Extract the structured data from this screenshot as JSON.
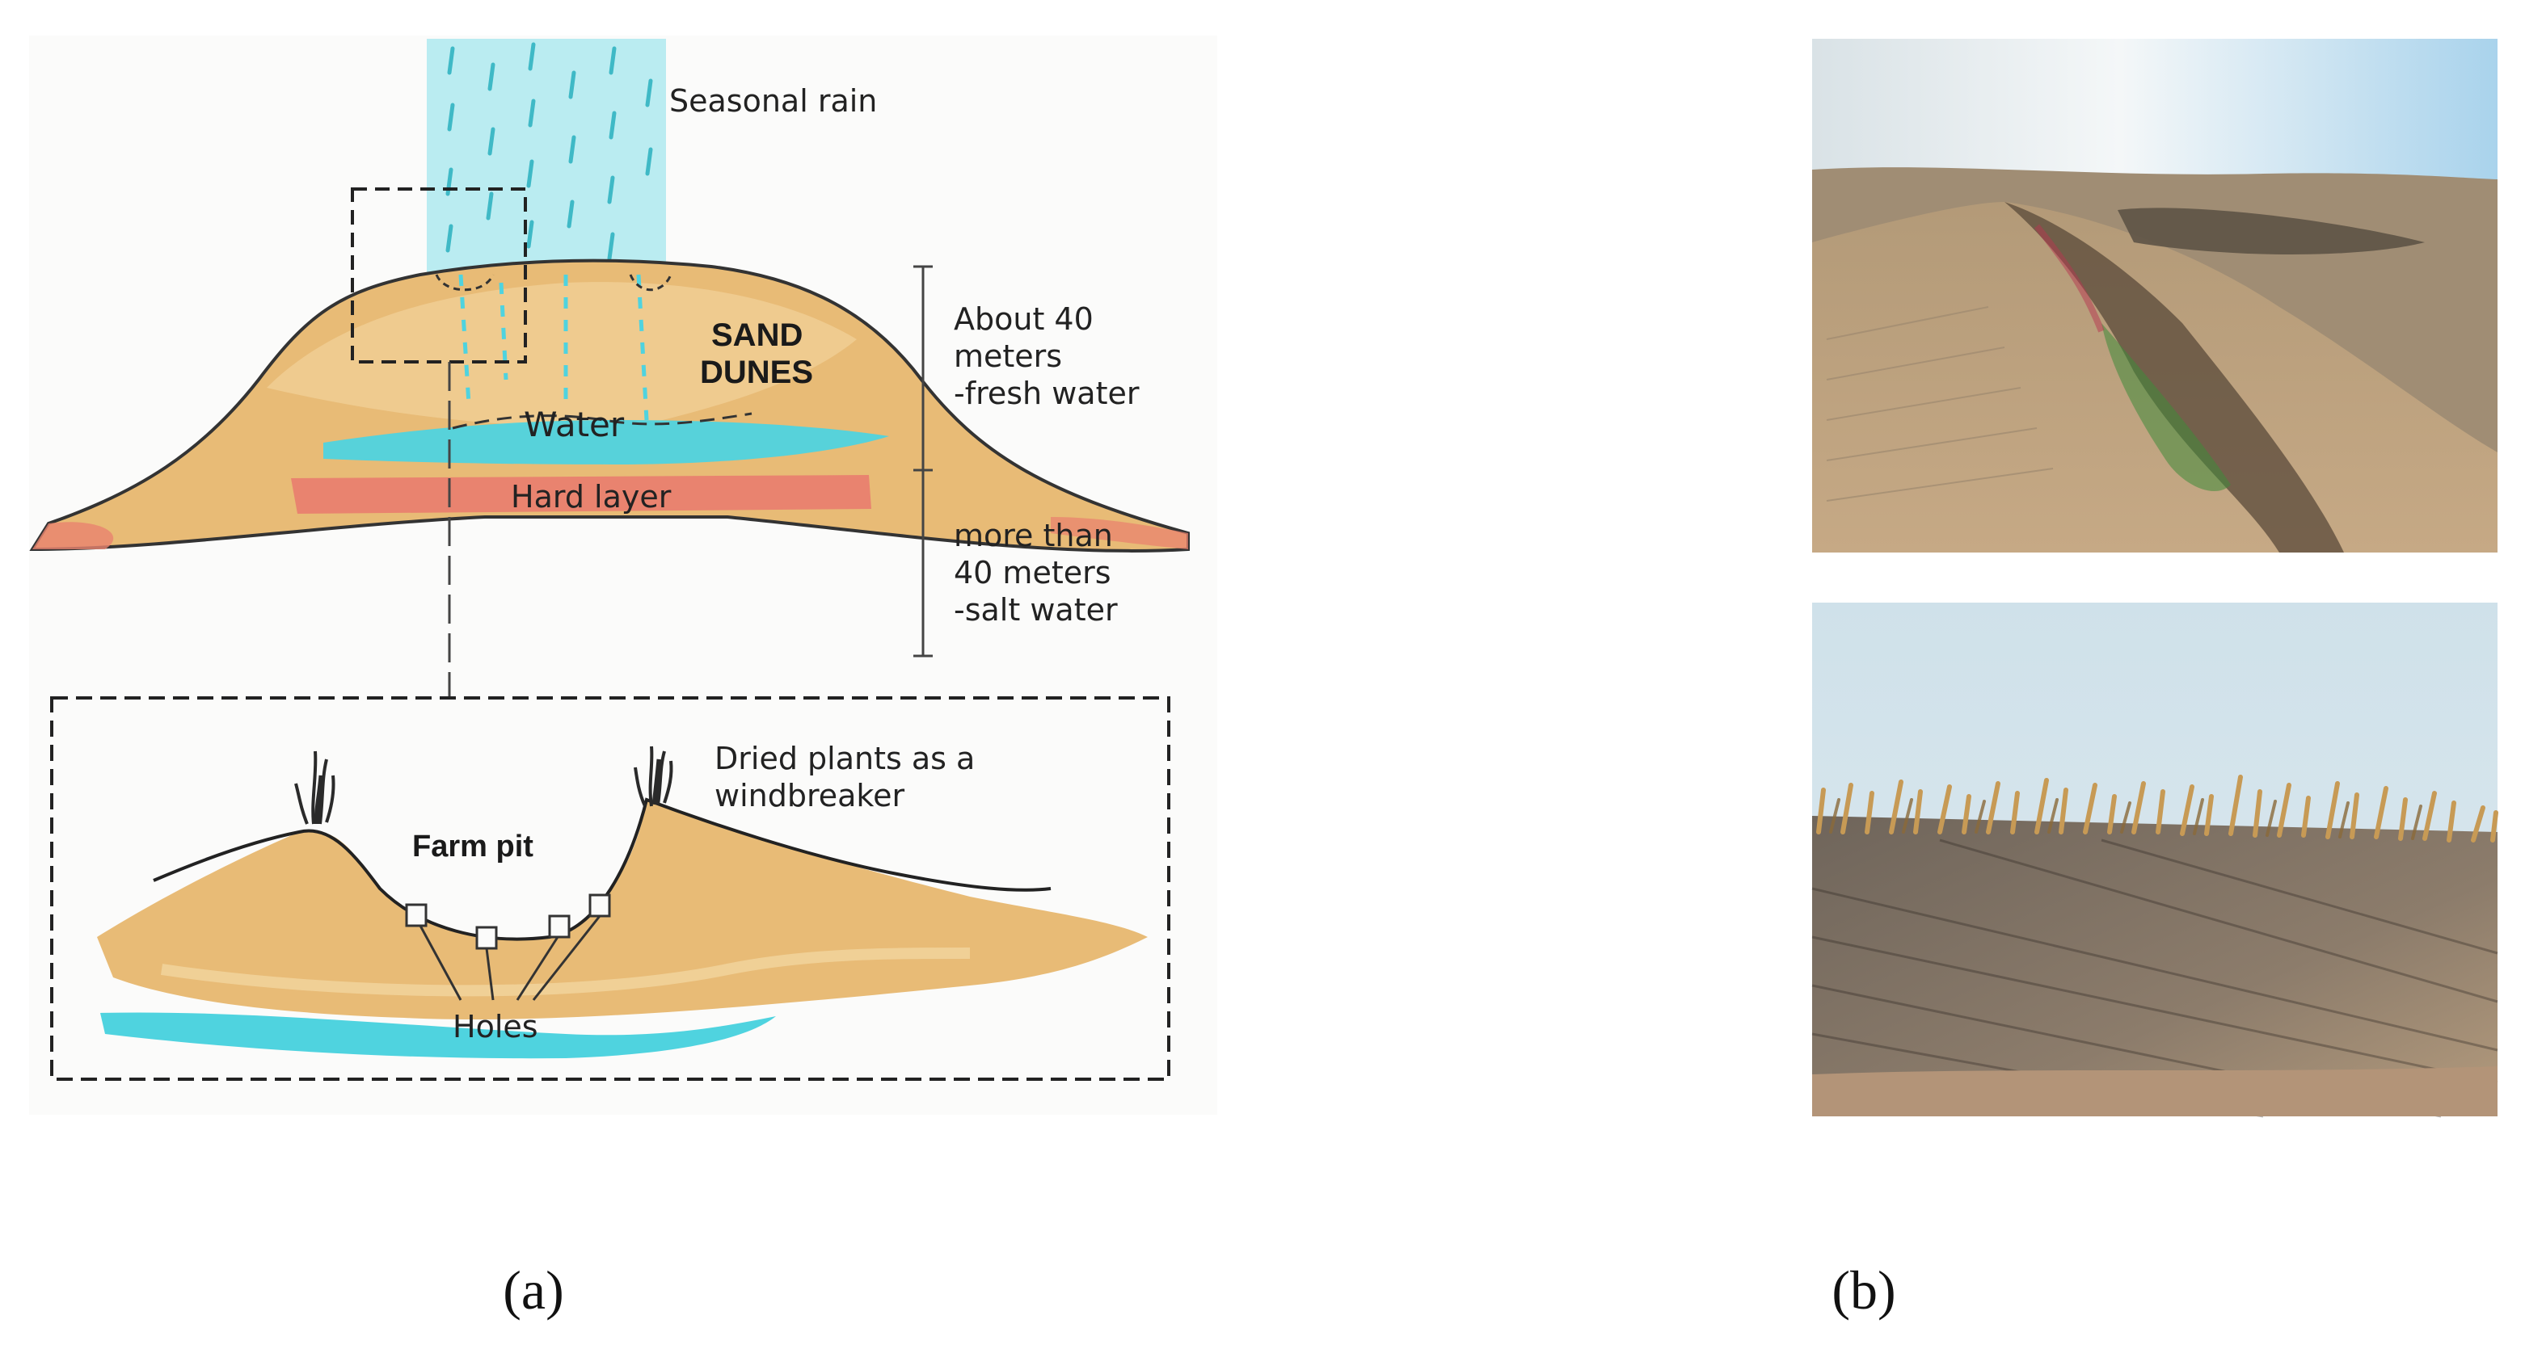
{
  "panel_a": {
    "labels": {
      "seasonal_rain": "Seasonal rain",
      "sand_dunes_line1": "SAND",
      "sand_dunes_line2": "DUNES",
      "water": "Water",
      "hard_layer": "Hard layer",
      "fresh_line1": "About 40",
      "fresh_line2": "meters",
      "fresh_line3": "-fresh water",
      "salt_line1": "more than",
      "salt_line2": "40 meters",
      "salt_line3": "-salt water",
      "dried_line1": "Dried plants as a",
      "dried_line2": "windbreaker",
      "farm_pit": "Farm pit",
      "holes": "Holes"
    },
    "colors": {
      "sand": "#e6b56e",
      "sand_light": "#f0cf92",
      "water": "#4fd3df",
      "rain": "#8fe6ec",
      "hard_layer": "#e9836f"
    }
  },
  "panel_b": {
    "photos": [
      "desert-dune-ridge-photo",
      "grass-windbreak-dune-photo"
    ]
  },
  "captions": {
    "a": "(a)",
    "b": "(b)"
  }
}
